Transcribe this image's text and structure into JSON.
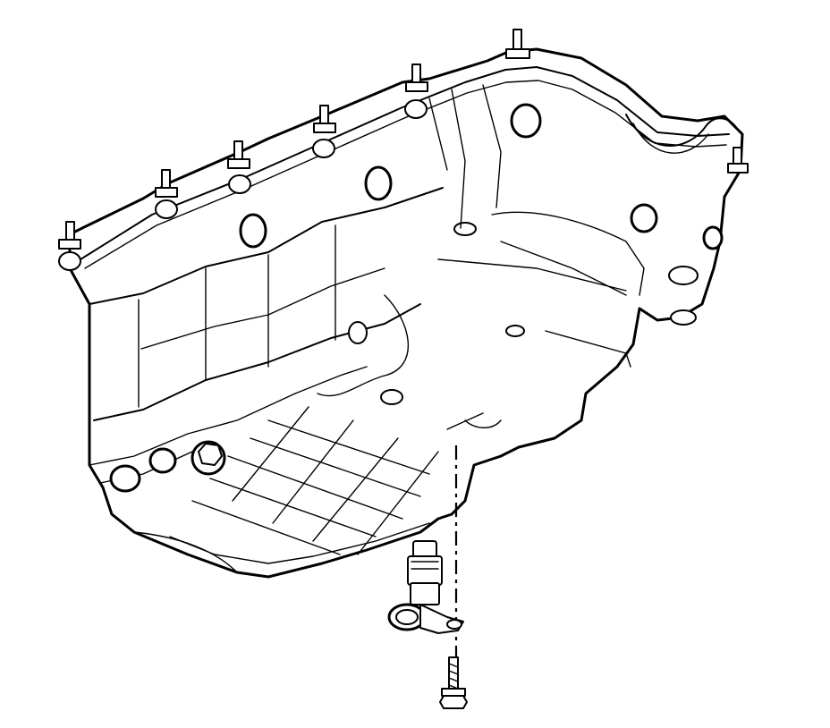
{
  "figure": {
    "background": "#ffffff",
    "line_color": "#000000",
    "components": [
      "oil-pan",
      "oil-level-sensor",
      "sensor-bolt"
    ]
  }
}
